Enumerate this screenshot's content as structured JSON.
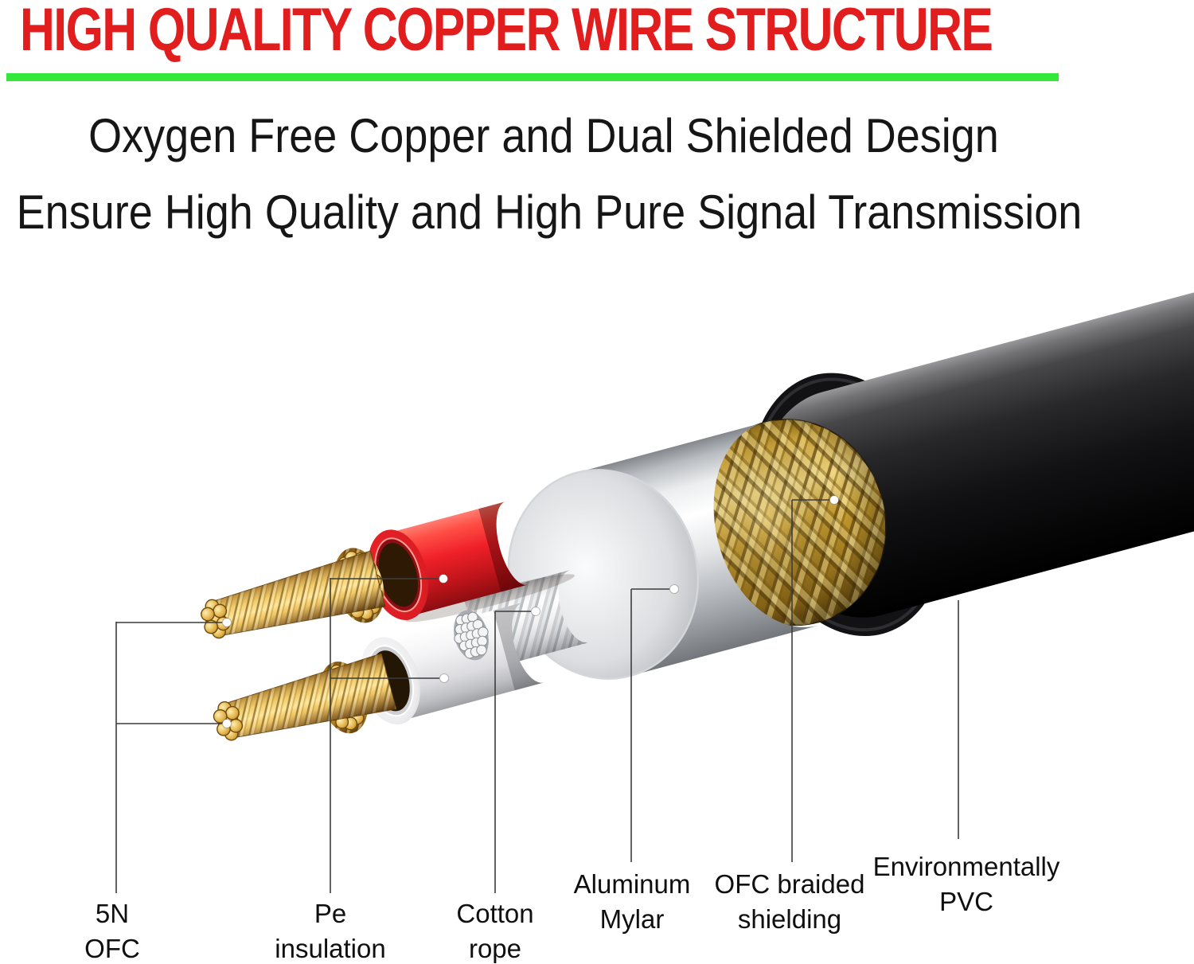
{
  "header": {
    "title": "HIGH QUALITY COPPER WIRE STRUCTURE",
    "subtitle_line1": "Oxygen Free Copper and Dual Shielded Design",
    "subtitle_line2": "Ensure High Quality and High Pure Signal Transmission"
  },
  "diagram": {
    "callouts": [
      {
        "line1": "5N",
        "line2": "OFC"
      },
      {
        "line1": "Pe",
        "line2": "insulation"
      },
      {
        "line1": "Cotton",
        "line2": "rope"
      },
      {
        "line1": "Aluminum",
        "line2": "Mylar"
      },
      {
        "line1": "OFC braided",
        "line2": "shielding"
      },
      {
        "line1": "Environmentally",
        "line2": "PVC"
      }
    ]
  },
  "colors": {
    "title_red": "#e21d1d",
    "divider_green": "#35e83c",
    "subtitle_black": "#161616",
    "pvc_black": "#0b0b0d",
    "braid_gold": "#c49a2e",
    "mylar_silver": "#d9dbde",
    "insulation_red": "#ee2b2b",
    "insulation_white": "#f4f4f6",
    "copper_gold": "#e9c05a",
    "leader_line": "#3c3c3c"
  }
}
